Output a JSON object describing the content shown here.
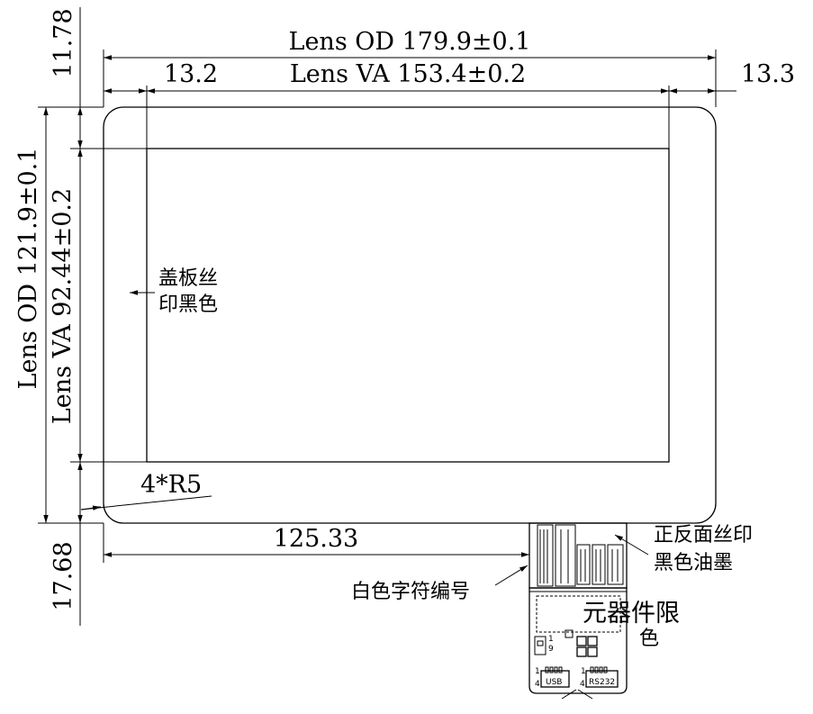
{
  "dimensions": {
    "lens_od_width": "Lens OD 179.9±0.1",
    "lens_va_width": "Lens VA 153.4±0.2",
    "left_margin": "13.2",
    "right_margin": "13.3",
    "top_margin": "11.78",
    "bottom_margin": "17.68",
    "lens_od_height": "Lens OD 121.9±0.1",
    "lens_va_height": "Lens VA 92.44±0.2",
    "corner_radius": "4*R5",
    "fpc_offset": "125.33"
  },
  "notes": {
    "cover_print_line1": "盖板丝",
    "cover_print_line2": "印黑色",
    "white_char_code": "白色字符编号",
    "both_side_print_line1": "正反面丝印",
    "both_side_print_line2": "黑色油墨",
    "component_limit_line1": "元器件限",
    "component_limit_line2": "色"
  },
  "fpc_labels": {
    "usb": "USB",
    "rs232": "RS232",
    "pin_1a": "1",
    "pin_4a": "4",
    "pin_1b": "1",
    "pin_4b": "4",
    "pin_9": "9",
    "pin_1c": "1"
  }
}
